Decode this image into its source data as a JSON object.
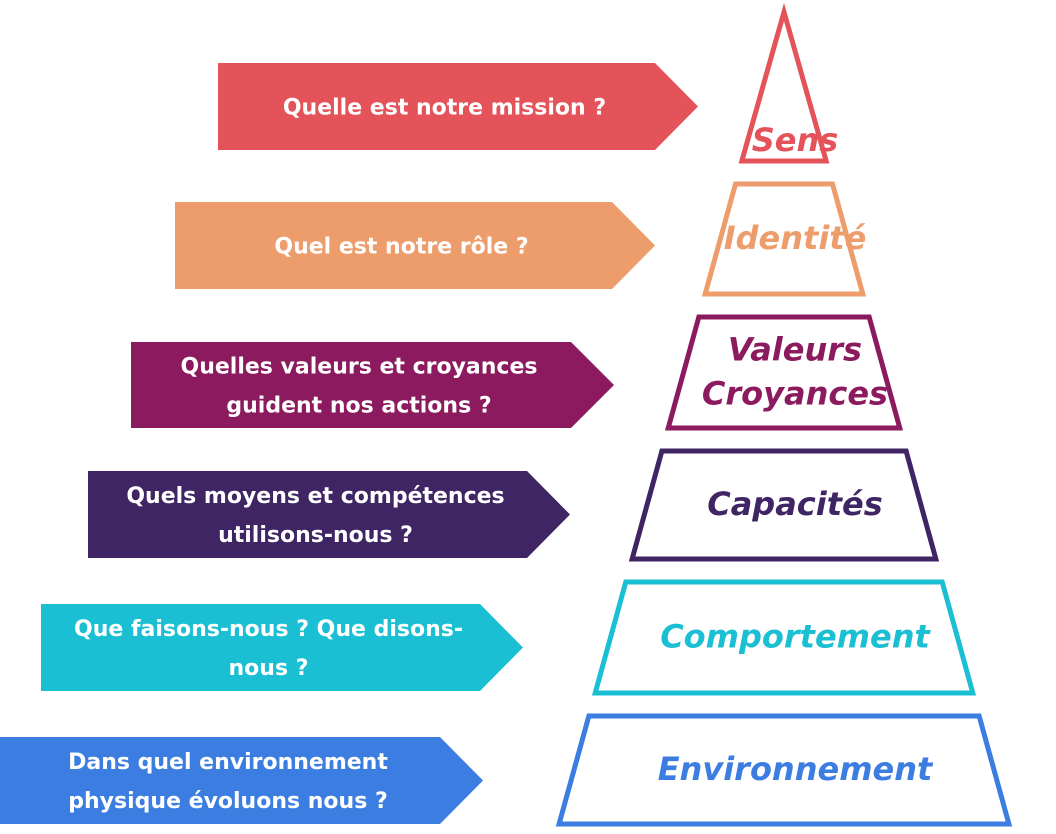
{
  "levels": [
    {
      "label_lines": [
        "Sens"
      ],
      "question_lines": [
        "Quelle est notre mission ?"
      ],
      "color": "#e4525a"
    },
    {
      "label_lines": [
        "Identité"
      ],
      "question_lines": [
        "Quel est notre rôle ?"
      ],
      "color": "#ed9c6b"
    },
    {
      "label_lines": [
        "Valeurs",
        "Croyances"
      ],
      "question_lines": [
        "Quelles valeurs et croyances",
        "guident nos actions ?"
      ],
      "color": "#8b1a5e"
    },
    {
      "label_lines": [
        "Capacités"
      ],
      "question_lines": [
        "Quels moyens et compétences",
        "utilisons-nous ?"
      ],
      "color": "#3f2563"
    },
    {
      "label_lines": [
        "Comportement"
      ],
      "question_lines": [
        "Que faisons-nous ? Que disons-",
        "nous ?"
      ],
      "color": "#1bbfd3"
    },
    {
      "label_lines": [
        "Environnement"
      ],
      "question_lines": [
        "Dans quel environnement",
        "physique évoluons nous ?"
      ],
      "color": "#3b7de0"
    }
  ]
}
